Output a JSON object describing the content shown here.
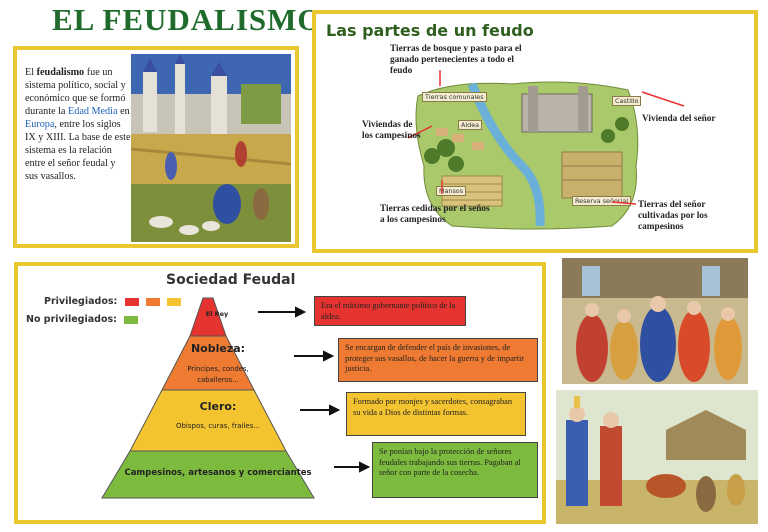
{
  "header": {
    "title": "EL FEUDALISMO"
  },
  "intro": {
    "t1": "El ",
    "t2": "feudalismo",
    "t3": " fue un sistema político, social y económico que se formó durante la ",
    "t4": "Edad Media",
    "t5": " en ",
    "t6": "Europa",
    "t7": ", entre los siglos IX y XIII. La base de este sistema es la relación entre el señor feudal y sus vasallos."
  },
  "feudo": {
    "title": "Las partes de un feudo",
    "labels": {
      "bosque": "Tierras de bosque y pasto para el ganado pertenecientes a todo el feudo",
      "vivienda_campesinos": "Viviendas de los campesinos",
      "vivienda_senor": "Vivienda del señor",
      "tierras_cedidas": "Tierras cedidas por el seños a los campesinos",
      "tierras_senor": "Tierras del señor cultivadas por los campesinos"
    },
    "map_tags": {
      "tierras_comunales": "Tierras comunales",
      "aldea": "Aldea",
      "castillo": "Castillo",
      "mansos": "Mansos",
      "reserva": "Reserva señorial"
    }
  },
  "sociedad": {
    "title": "Sociedad Feudal",
    "legend": {
      "privilegiados": "Privilegiados:",
      "no_privilegiados": "No privilegiados:"
    },
    "levels": [
      {
        "name": "El Rey",
        "sub": "",
        "desc": "Era el máximo gobernante político de la aldea."
      },
      {
        "name": "Nobleza:",
        "sub": "Príncipes, condes, caballeros...",
        "desc": "Se encargan de defender el país de invasiones, de proteger sus vasallos, de hacer la guerra y de impartir justicia."
      },
      {
        "name": "Clero:",
        "sub": "Obispos, curas, frailes...",
        "desc": "Formado por monjes y sacerdotes, consagraban su vida a Dios de distintas formas."
      },
      {
        "name": "Campesinos, artesanos y comerciantes",
        "sub": "",
        "desc": "Se ponían bajo la protección de señores feudales trabajando sus tierras. Pagaban al señor con parte de la cosecha."
      }
    ]
  },
  "colors": {
    "title_green": "#1f6b2b",
    "frame_yellow": "#e8c62e",
    "rey_red": "#e5342f",
    "nobleza_orange": "#ef7b32",
    "clero_yellow": "#f4c430",
    "campesinos_green": "#7dbb3e"
  }
}
